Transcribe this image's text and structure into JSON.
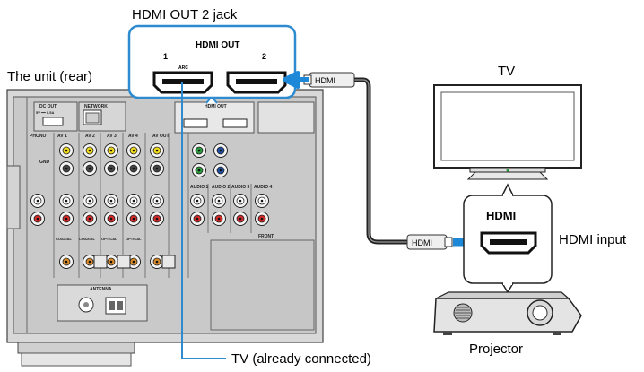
{
  "labels": {
    "hdmi_out2_jack": "HDMI OUT 2 jack",
    "unit_rear": "The unit (rear)",
    "tv": "TV",
    "hdmi_input": "HDMI input",
    "projector": "Projector",
    "tv_connected": "TV (already connected)"
  },
  "callout": {
    "title": "HDMI OUT",
    "port1": "1",
    "port2": "2",
    "arc": "ARC"
  },
  "cable": {
    "plug_label": "HDMI"
  },
  "projector_input": {
    "title": "HDMI"
  },
  "rear_panel": {
    "dc_out": "DC OUT",
    "dc_out_rating": "5V ━━ 0.5A",
    "network": "NETWORK",
    "hdmi_out": "HDMI OUT",
    "phono": "PHONO",
    "av_labels": [
      "AV 1",
      "AV 2",
      "AV 3",
      "AV 4",
      "AV OUT"
    ],
    "audio_labels": [
      "AUDIO 1",
      "AUDIO 2",
      "AUDIO 3",
      "AUDIO 4"
    ],
    "antenna": "ANTENNA",
    "front": "FRONT",
    "gnd": "GND",
    "coaxial": "COAXIAL",
    "optical": "OPTICAL"
  },
  "colors": {
    "callout_blue": "#2e8bd0",
    "arrow_blue": "#1e88d8",
    "panel_gray": "#c9c9c9",
    "jack_yellow": "#f2dc1c",
    "jack_red": "#d22a2a",
    "jack_green": "#2c9a3c",
    "jack_blue": "#1f4fa0",
    "jack_orange": "#d88a2a"
  }
}
